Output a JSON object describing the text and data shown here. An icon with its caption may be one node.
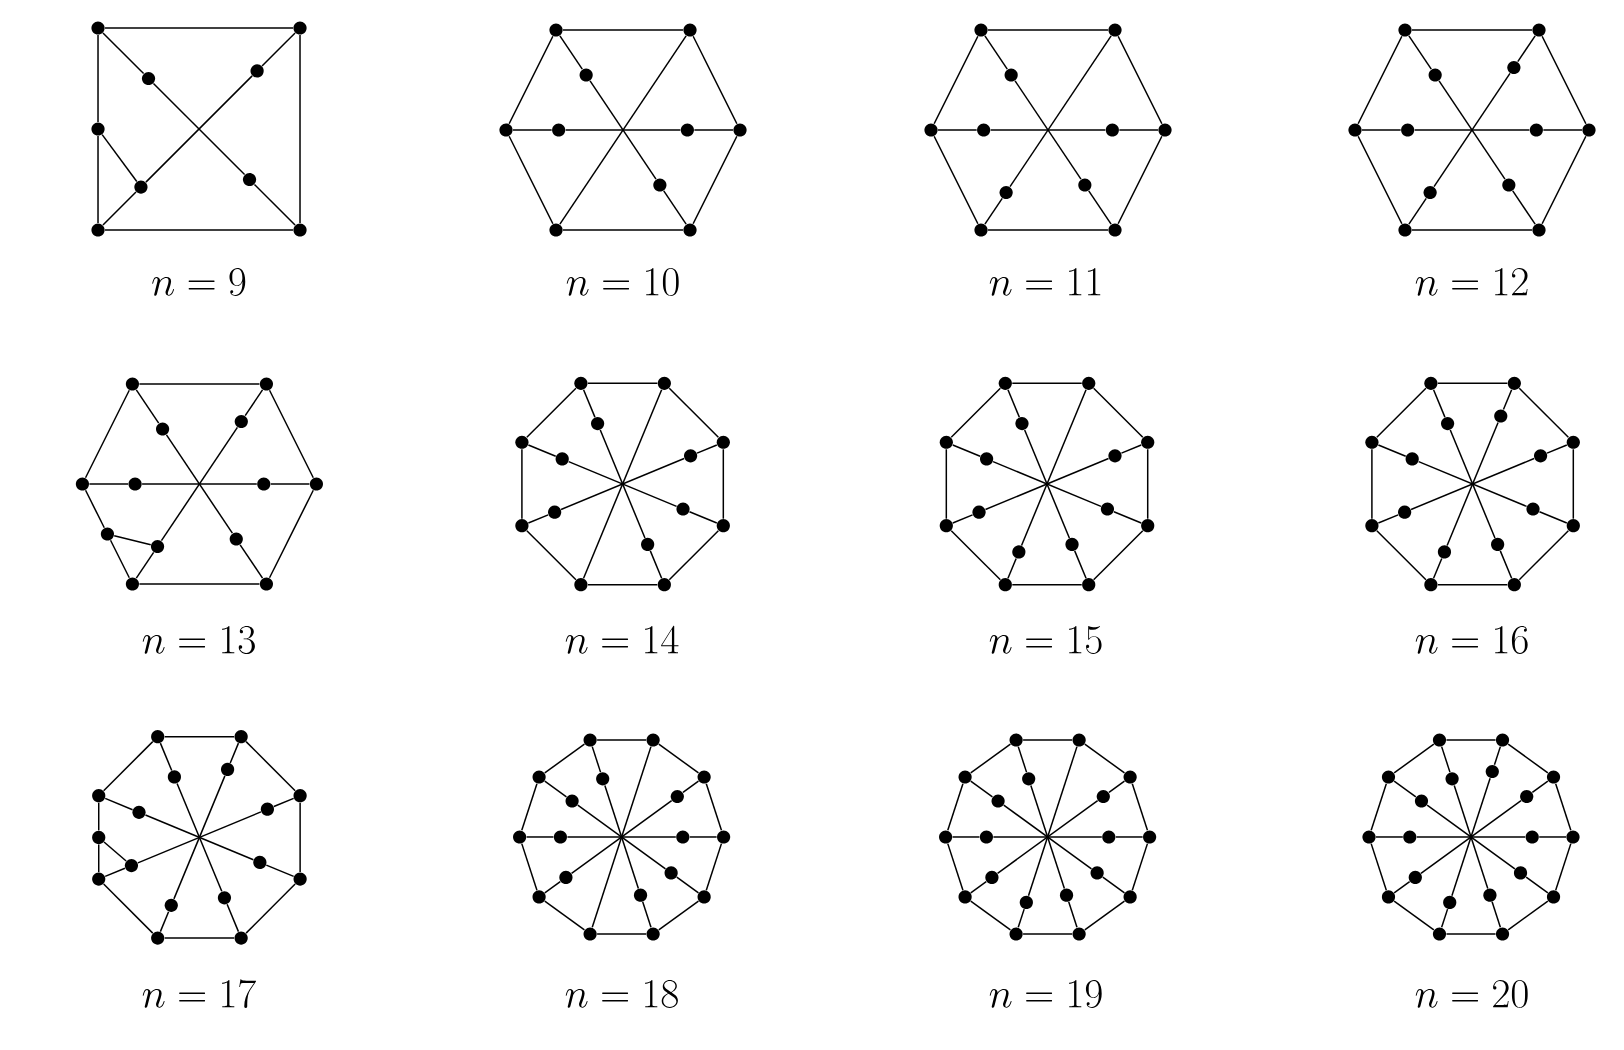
{
  "diagram": {
    "nodes": [
      {
        "text": [],
        "shape": "circle"
      },
      {
        "text": [],
        "shape": "circle"
      },
      {
        "text": [],
        "shape": "circle"
      },
      {
        "text": [],
        "shape": "circle"
      },
      {
        "text": [],
        "shape": "circle"
      },
      {
        "text": [],
        "shape": "circle"
      },
      {
        "text": [],
        "shape": "circle"
      },
      {
        "text": [],
        "shape": "circle"
      },
      {
        "text": [],
        "shape": "circle"
      },
      {
        "text": [],
        "shape": "circle"
      },
      {
        "text": [],
        "shape": "circle"
      },
      {
        "text": [],
        "shape": "circle"
      },
      {
        "text": [],
        "shape": "circle"
      },
      {
        "text": [],
        "shape": "circle"
      },
      {
        "text": [],
        "shape": "circle"
      },
      {
        "text": [],
        "shape": "circle"
      },
      {
        "text": [],
        "shape": "circle"
      },
      {
        "text": [],
        "shape": "circle"
      },
      {
        "text": [],
        "shape": "circle"
      },
      {
        "text": [],
        "shape": "circle"
      },
      {
        "text": [],
        "shape": "circle"
      },
      {
        "text": [],
        "shape": "circle"
      },
      {
        "text": [],
        "shape": "circle"
      },
      {
        "text": [],
        "shape": "circle"
      },
      {
        "text": [],
        "shape": "circle"
      },
      {
        "text": [],
        "shape": "circle"
      },
      {
        "text": [],
        "shape": "circle"
      },
      {
        "text": [],
        "shape": "circle"
      },
      {
        "text": [],
        "shape": "circle"
      },
      {
        "text": [],
        "shape": "circle"
      },
      {
        "text": [],
        "shape": "circle"
      },
      {
        "text": [],
        "shape": "circle"
      },
      {
        "text": [],
        "shape": "circle"
      },
      {
        "text": [],
        "shape": "circle"
      },
      {
        "text": [],
        "shape": "circle"
      },
      {
        "text": [],
        "shape": "circle"
      },
      {
        "text": [],
        "shape": "circle"
      },
      {
        "text": [],
        "shape": "circle"
      },
      {
        "text": [],
        "shape": "circle"
      },
      {
        "text": [],
        "shape": "circle"
      },
      {
        "text": [],
        "shape": "circle"
      },
      {
        "text": [],
        "shape": "circle"
      },
      {
        "text": [],
        "shape": "circle"
      },
      {
        "text": [],
        "shape": "circle"
      },
      {
        "text": [],
        "shape": "circle"
      },
      {
        "text": [],
        "shape": "circle"
      },
      {
        "text": [],
        "shape": "circle"
      },
      {
        "text": [],
        "shape": "circle"
      },
      {
        "text": [],
        "shape": "circle"
      },
      {
        "text": [],
        "shape": "circle"
      },
      {
        "text": [],
        "shape": "circle"
      },
      {
        "text": [],
        "shape": "circle"
      },
      {
        "text": [],
        "shape": "circle"
      },
      {
        "text": [],
        "shape": "circle"
      },
      {
        "text": [],
        "shape": "circle"
      },
      {
        "text": [],
        "shape": "circle"
      },
      {
        "text": [],
        "shape": "circle"
      },
      {
        "text": [],
        "shape": "circle"
      },
      {
        "text": [],
        "shape": "circle"
      },
      {
        "text": [],
        "shape": "circle"
      },
      {
        "text": [],
        "shape": "circle"
      },
      {
        "text": [],
        "shape": "circle"
      },
      {
        "text": [],
        "shape": "circle"
      },
      {
        "text": [],
        "shape": "circle"
      },
      {
        "text": [],
        "shape": "circle"
      },
      {
        "text": [],
        "shape": "circle"
      },
      {
        "text": [],
        "shape": "circle"
      },
      {
        "text": [],
        "shape": "circle"
      },
      {
        "text": [],
        "shape": "circle"
      },
      {
        "text": [],
        "shape": "circle"
      },
      {
        "text": [],
        "shape": "circle"
      },
      {
        "text": [],
        "shape": "circle"
      },
      {
        "text": [],
        "shape": "circle"
      },
      {
        "text": [],
        "shape": "circle"
      },
      {
        "text": [],
        "shape": "circle"
      },
      {
        "text": [],
        "shape": "circle"
      },
      {
        "text": [],
        "shape": "circle"
      },
      {
        "text": [],
        "shape": "circle"
      },
      {
        "text": [],
        "shape": "circle"
      },
      {
        "text": [],
        "shape": "circle"
      },
      {
        "text": [],
        "shape": "circle"
      },
      {
        "text": [],
        "shape": "circle"
      },
      {
        "text": [],
        "shape": "circle"
      },
      {
        "text": [],
        "shape": "circle"
      },
      {
        "text": [],
        "shape": "circle"
      },
      {
        "text": [],
        "shape": "circle"
      },
      {
        "text": [],
        "shape": "circle"
      },
      {
        "text": [],
        "shape": "circle"
      },
      {
        "text": [],
        "shape": "circle"
      },
      {
        "text": [],
        "shape": "circle"
      },
      {
        "text": [],
        "shape": "circle"
      },
      {
        "text": [],
        "shape": "circle"
      },
      {
        "text": [],
        "shape": "circle"
      },
      {
        "text": [],
        "shape": "circle"
      },
      {
        "text": [],
        "shape": "circle"
      },
      {
        "text": [],
        "shape": "circle"
      },
      {
        "text": [],
        "shape": "circle"
      },
      {
        "text": [],
        "shape": "circle"
      },
      {
        "text": [],
        "shape": "circle"
      },
      {
        "text": [],
        "shape": "circle"
      },
      {
        "text": [],
        "shape": "circle"
      },
      {
        "text": [],
        "shape": "circle"
      },
      {
        "text": [],
        "shape": "circle"
      },
      {
        "text": [],
        "shape": "circle"
      },
      {
        "text": [],
        "shape": "circle"
      },
      {
        "text": [],
        "shape": "circle"
      },
      {
        "text": [],
        "shape": "circle"
      },
      {
        "text": [],
        "shape": "circle"
      },
      {
        "text": [],
        "shape": "circle"
      },
      {
        "text": [],
        "shape": "circle"
      },
      {
        "text": [],
        "shape": "circle"
      },
      {
        "text": [],
        "shape": "circle"
      },
      {
        "text": [],
        "shape": "circle"
      },
      {
        "text": [],
        "shape": "circle"
      },
      {
        "text": [],
        "shape": "circle"
      },
      {
        "text": [],
        "shape": "circle"
      },
      {
        "text": [],
        "shape": "circle"
      },
      {
        "text": [],
        "shape": "circle"
      },
      {
        "text": [],
        "shape": "circle"
      },
      {
        "text": [],
        "shape": "circle"
      },
      {
        "text": [],
        "shape": "circle"
      },
      {
        "text": [],
        "shape": "circle"
      },
      {
        "text": [],
        "shape": "circle"
      },
      {
        "text": [],
        "shape": "circle"
      },
      {
        "text": [],
        "shape": "circle"
      },
      {
        "text": [],
        "shape": "circle"
      },
      {
        "text": [],
        "shape": "circle"
      },
      {
        "text": [],
        "shape": "circle"
      },
      {
        "text": [],
        "shape": "circle"
      },
      {
        "text": [],
        "shape": "circle"
      },
      {
        "text": [],
        "shape": "circle"
      },
      {
        "text": [],
        "shape": "circle"
      },
      {
        "text": [],
        "shape": "circle"
      },
      {
        "text": [],
        "shape": "circle"
      },
      {
        "text": [],
        "shape": "circle"
      },
      {
        "text": [],
        "shape": "circle"
      },
      {
        "text": [],
        "shape": "circle"
      },
      {
        "text": [],
        "shape": "circle"
      },
      {
        "text": [],
        "shape": "circle"
      },
      {
        "text": [],
        "shape": "circle"
      },
      {
        "text": [],
        "shape": "circle"
      },
      {
        "text": [],
        "shape": "circle"
      },
      {
        "text": [],
        "shape": "circle"
      },
      {
        "text": [],
        "shape": "circle"
      },
      {
        "text": [],
        "shape": "circle"
      },
      {
        "text": [],
        "shape": "circle"
      },
      {
        "text": [],
        "shape": "circle"
      },
      {
        "text": [],
        "shape": "circle"
      },
      {
        "text": [],
        "shape": "circle"
      },
      {
        "text": [],
        "shape": "circle"
      },
      {
        "text": [],
        "shape": "circle"
      },
      {
        "text": [],
        "shape": "circle"
      },
      {
        "text": [],
        "shape": "circle"
      },
      {
        "text": [],
        "shape": "circle"
      },
      {
        "text": [],
        "shape": "circle"
      },
      {
        "text": [],
        "shape": "circle"
      },
      {
        "text": [],
        "shape": "circle"
      },
      {
        "text": [],
        "shape": "circle"
      },
      {
        "text": [],
        "shape": "circle"
      },
      {
        "text": [],
        "shape": "circle"
      },
      {
        "text": [],
        "shape": "circle"
      },
      {
        "text": [],
        "shape": "circle"
      },
      {
        "text": [],
        "shape": "circle"
      },
      {
        "text": [],
        "shape": "circle"
      },
      {
        "text": [],
        "shape": "circle"
      },
      {
        "text": [],
        "shape": "circle"
      },
      {
        "text": [],
        "shape": "circle"
      },
      {
        "text": [],
        "shape": "circle"
      },
      {
        "text": [],
        "shape": "circle"
      },
      {
        "text": [],
        "shape": "circle"
      },
      {
        "text": [],
        "shape": "circle"
      },
      {
        "text": [],
        "shape": "circle"
      },
      {
        "text": [],
        "shape": "circle"
      },
      {
        "text": [],
        "shape": "circle"
      }
    ],
    "edges": [
      {
        "from": 0,
        "to": 1,
        "arrow": "none"
      },
      {
        "from": 0,
        "to": 4,
        "arrow": "none"
      },
      {
        "from": 4,
        "to": 7,
        "arrow": "none"
      },
      {
        "from": 7,
        "to": 8,
        "arrow": "none"
      },
      {
        "from": 1,
        "to": 8,
        "arrow": "none"
      },
      {
        "from": 0,
        "to": 2,
        "arrow": "none"
      },
      {
        "from": 2,
        "to": 6,
        "arrow": "none"
      },
      {
        "from": 6,
        "to": 8,
        "arrow": "none"
      },
      {
        "from": 1,
        "to": 3,
        "arrow": "none"
      },
      {
        "from": 3,
        "to": 5,
        "arrow": "none"
      },
      {
        "from": 5,
        "to": 7,
        "arrow": "none"
      },
      {
        "from": 4,
        "to": 5,
        "arrow": "none"
      },
      {
        "from": 9,
        "to": 10,
        "arrow": "none"
      },
      {
        "from": 10,
        "to": 15,
        "arrow": "none"
      },
      {
        "from": 15,
        "to": 18,
        "arrow": "none"
      },
      {
        "from": 18,
        "to": 17,
        "arrow": "none"
      },
      {
        "from": 17,
        "to": 12,
        "arrow": "none"
      },
      {
        "from": 12,
        "to": 9,
        "arrow": "none"
      },
      {
        "from": 9,
        "to": 11,
        "arrow": "none"
      },
      {
        "from": 11,
        "to": 16,
        "arrow": "none"
      },
      {
        "from": 16,
        "to": 18,
        "arrow": "none"
      },
      {
        "from": 12,
        "to": 13,
        "arrow": "none"
      },
      {
        "from": 13,
        "to": 14,
        "arrow": "none"
      },
      {
        "from": 14,
        "to": 15,
        "arrow": "none"
      },
      {
        "from": 10,
        "to": 17,
        "arrow": "none"
      },
      {
        "from": 19,
        "to": 20,
        "arrow": "none"
      },
      {
        "from": 20,
        "to": 25,
        "arrow": "none"
      },
      {
        "from": 25,
        "to": 29,
        "arrow": "none"
      },
      {
        "from": 29,
        "to": 28,
        "arrow": "none"
      },
      {
        "from": 28,
        "to": 22,
        "arrow": "none"
      },
      {
        "from": 22,
        "to": 19,
        "arrow": "none"
      },
      {
        "from": 19,
        "to": 21,
        "arrow": "none"
      },
      {
        "from": 21,
        "to": 27,
        "arrow": "none"
      },
      {
        "from": 27,
        "to": 29,
        "arrow": "none"
      },
      {
        "from": 22,
        "to": 23,
        "arrow": "none"
      },
      {
        "from": 23,
        "to": 24,
        "arrow": "none"
      },
      {
        "from": 24,
        "to": 25,
        "arrow": "none"
      },
      {
        "from": 20,
        "to": 26,
        "arrow": "none"
      },
      {
        "from": 26,
        "to": 28,
        "arrow": "none"
      },
      {
        "from": 30,
        "to": 31,
        "arrow": "none"
      },
      {
        "from": 31,
        "to": 37,
        "arrow": "none"
      },
      {
        "from": 37,
        "to": 41,
        "arrow": "none"
      },
      {
        "from": 41,
        "to": 40,
        "arrow": "none"
      },
      {
        "from": 40,
        "to": 34,
        "arrow": "none"
      },
      {
        "from": 34,
        "to": 30,
        "arrow": "none"
      },
      {
        "from": 30,
        "to": 32,
        "arrow": "none"
      },
      {
        "from": 32,
        "to": 39,
        "arrow": "none"
      },
      {
        "from": 39,
        "to": 41,
        "arrow": "none"
      },
      {
        "from": 31,
        "to": 33,
        "arrow": "none"
      },
      {
        "from": 33,
        "to": 38,
        "arrow": "none"
      },
      {
        "from": 38,
        "to": 40,
        "arrow": "none"
      },
      {
        "from": 34,
        "to": 35,
        "arrow": "none"
      },
      {
        "from": 35,
        "to": 36,
        "arrow": "none"
      },
      {
        "from": 36,
        "to": 37,
        "arrow": "none"
      },
      {
        "from": 42,
        "to": 43,
        "arrow": "none"
      },
      {
        "from": 43,
        "to": 49,
        "arrow": "none"
      },
      {
        "from": 49,
        "to": 54,
        "arrow": "none"
      },
      {
        "from": 54,
        "to": 53,
        "arrow": "none"
      },
      {
        "from": 53,
        "to": 50,
        "arrow": "none"
      },
      {
        "from": 50,
        "to": 46,
        "arrow": "none"
      },
      {
        "from": 46,
        "to": 42,
        "arrow": "none"
      },
      {
        "from": 42,
        "to": 44,
        "arrow": "none"
      },
      {
        "from": 44,
        "to": 52,
        "arrow": "none"
      },
      {
        "from": 52,
        "to": 54,
        "arrow": "none"
      },
      {
        "from": 43,
        "to": 45,
        "arrow": "none"
      },
      {
        "from": 45,
        "to": 51,
        "arrow": "none"
      },
      {
        "from": 51,
        "to": 53,
        "arrow": "none"
      },
      {
        "from": 46,
        "to": 47,
        "arrow": "none"
      },
      {
        "from": 47,
        "to": 48,
        "arrow": "none"
      },
      {
        "from": 48,
        "to": 49,
        "arrow": "none"
      },
      {
        "from": 50,
        "to": 51,
        "arrow": "none"
      },
      {
        "from": 55,
        "to": 56,
        "arrow": "none"
      },
      {
        "from": 56,
        "to": 59,
        "arrow": "none"
      },
      {
        "from": 59,
        "to": 65,
        "arrow": "none"
      },
      {
        "from": 65,
        "to": 68,
        "arrow": "none"
      },
      {
        "from": 68,
        "to": 67,
        "arrow": "none"
      },
      {
        "from": 67,
        "to": 64,
        "arrow": "none"
      },
      {
        "from": 64,
        "to": 58,
        "arrow": "none"
      },
      {
        "from": 58,
        "to": 55,
        "arrow": "none"
      },
      {
        "from": 55,
        "to": 57,
        "arrow": "none"
      },
      {
        "from": 57,
        "to": 66,
        "arrow": "none"
      },
      {
        "from": 66,
        "to": 68,
        "arrow": "none"
      },
      {
        "from": 56,
        "to": 67,
        "arrow": "none"
      },
      {
        "from": 58,
        "to": 60,
        "arrow": "none"
      },
      {
        "from": 60,
        "to": 63,
        "arrow": "none"
      },
      {
        "from": 63,
        "to": 65,
        "arrow": "none"
      },
      {
        "from": 59,
        "to": 61,
        "arrow": "none"
      },
      {
        "from": 61,
        "to": 62,
        "arrow": "none"
      },
      {
        "from": 62,
        "to": 64,
        "arrow": "none"
      },
      {
        "from": 69,
        "to": 70,
        "arrow": "none"
      },
      {
        "from": 70,
        "to": 73,
        "arrow": "none"
      },
      {
        "from": 73,
        "to": 79,
        "arrow": "none"
      },
      {
        "from": 79,
        "to": 83,
        "arrow": "none"
      },
      {
        "from": 83,
        "to": 82,
        "arrow": "none"
      },
      {
        "from": 82,
        "to": 78,
        "arrow": "none"
      },
      {
        "from": 78,
        "to": 72,
        "arrow": "none"
      },
      {
        "from": 72,
        "to": 69,
        "arrow": "none"
      },
      {
        "from": 69,
        "to": 71,
        "arrow": "none"
      },
      {
        "from": 71,
        "to": 81,
        "arrow": "none"
      },
      {
        "from": 81,
        "to": 83,
        "arrow": "none"
      },
      {
        "from": 70,
        "to": 80,
        "arrow": "none"
      },
      {
        "from": 80,
        "to": 82,
        "arrow": "none"
      },
      {
        "from": 72,
        "to": 74,
        "arrow": "none"
      },
      {
        "from": 74,
        "to": 77,
        "arrow": "none"
      },
      {
        "from": 77,
        "to": 79,
        "arrow": "none"
      },
      {
        "from": 73,
        "to": 75,
        "arrow": "none"
      },
      {
        "from": 75,
        "to": 76,
        "arrow": "none"
      },
      {
        "from": 76,
        "to": 78,
        "arrow": "none"
      },
      {
        "from": 84,
        "to": 85,
        "arrow": "none"
      },
      {
        "from": 85,
        "to": 89,
        "arrow": "none"
      },
      {
        "from": 89,
        "to": 95,
        "arrow": "none"
      },
      {
        "from": 95,
        "to": 99,
        "arrow": "none"
      },
      {
        "from": 99,
        "to": 98,
        "arrow": "none"
      },
      {
        "from": 98,
        "to": 94,
        "arrow": "none"
      },
      {
        "from": 94,
        "to": 88,
        "arrow": "none"
      },
      {
        "from": 88,
        "to": 84,
        "arrow": "none"
      },
      {
        "from": 84,
        "to": 86,
        "arrow": "none"
      },
      {
        "from": 86,
        "to": 97,
        "arrow": "none"
      },
      {
        "from": 97,
        "to": 99,
        "arrow": "none"
      },
      {
        "from": 85,
        "to": 87,
        "arrow": "none"
      },
      {
        "from": 87,
        "to": 96,
        "arrow": "none"
      },
      {
        "from": 96,
        "to": 98,
        "arrow": "none"
      },
      {
        "from": 88,
        "to": 90,
        "arrow": "none"
      },
      {
        "from": 90,
        "to": 93,
        "arrow": "none"
      },
      {
        "from": 93,
        "to": 95,
        "arrow": "none"
      },
      {
        "from": 89,
        "to": 91,
        "arrow": "none"
      },
      {
        "from": 91,
        "to": 92,
        "arrow": "none"
      },
      {
        "from": 92,
        "to": 94,
        "arrow": "none"
      },
      {
        "from": 100,
        "to": 101,
        "arrow": "none"
      },
      {
        "from": 101,
        "to": 105,
        "arrow": "none"
      },
      {
        "from": 105,
        "to": 112,
        "arrow": "none"
      },
      {
        "from": 112,
        "to": 116,
        "arrow": "none"
      },
      {
        "from": 116,
        "to": 115,
        "arrow": "none"
      },
      {
        "from": 115,
        "to": 111,
        "arrow": "none"
      },
      {
        "from": 111,
        "to": 108,
        "arrow": "none"
      },
      {
        "from": 108,
        "to": 104,
        "arrow": "none"
      },
      {
        "from": 104,
        "to": 100,
        "arrow": "none"
      },
      {
        "from": 100,
        "to": 102,
        "arrow": "none"
      },
      {
        "from": 102,
        "to": 114,
        "arrow": "none"
      },
      {
        "from": 114,
        "to": 116,
        "arrow": "none"
      },
      {
        "from": 101,
        "to": 103,
        "arrow": "none"
      },
      {
        "from": 103,
        "to": 113,
        "arrow": "none"
      },
      {
        "from": 113,
        "to": 115,
        "arrow": "none"
      },
      {
        "from": 104,
        "to": 106,
        "arrow": "none"
      },
      {
        "from": 106,
        "to": 110,
        "arrow": "none"
      },
      {
        "from": 110,
        "to": 112,
        "arrow": "none"
      },
      {
        "from": 105,
        "to": 107,
        "arrow": "none"
      },
      {
        "from": 107,
        "to": 109,
        "arrow": "none"
      },
      {
        "from": 109,
        "to": 111,
        "arrow": "none"
      },
      {
        "from": 108,
        "to": 109,
        "arrow": "none"
      },
      {
        "from": 117,
        "to": 118,
        "arrow": "none"
      },
      {
        "from": 118,
        "to": 121,
        "arrow": "none"
      },
      {
        "from": 121,
        "to": 127,
        "arrow": "none"
      },
      {
        "from": 127,
        "to": 132,
        "arrow": "none"
      },
      {
        "from": 132,
        "to": 134,
        "arrow": "none"
      },
      {
        "from": 134,
        "to": 133,
        "arrow": "none"
      },
      {
        "from": 133,
        "to": 130,
        "arrow": "none"
      },
      {
        "from": 130,
        "to": 124,
        "arrow": "none"
      },
      {
        "from": 124,
        "to": 119,
        "arrow": "none"
      },
      {
        "from": 119,
        "to": 117,
        "arrow": "none"
      },
      {
        "from": 117,
        "to": 120,
        "arrow": "none"
      },
      {
        "from": 120,
        "to": 131,
        "arrow": "none"
      },
      {
        "from": 131,
        "to": 134,
        "arrow": "none"
      },
      {
        "from": 118,
        "to": 133,
        "arrow": "none"
      },
      {
        "from": 119,
        "to": 122,
        "arrow": "none"
      },
      {
        "from": 122,
        "to": 129,
        "arrow": "none"
      },
      {
        "from": 129,
        "to": 132,
        "arrow": "none"
      },
      {
        "from": 124,
        "to": 125,
        "arrow": "none"
      },
      {
        "from": 125,
        "to": 126,
        "arrow": "none"
      },
      {
        "from": 126,
        "to": 127,
        "arrow": "none"
      },
      {
        "from": 121,
        "to": 123,
        "arrow": "none"
      },
      {
        "from": 123,
        "to": 128,
        "arrow": "none"
      },
      {
        "from": 128,
        "to": 130,
        "arrow": "none"
      },
      {
        "from": 135,
        "to": 136,
        "arrow": "none"
      },
      {
        "from": 136,
        "to": 139,
        "arrow": "none"
      },
      {
        "from": 139,
        "to": 145,
        "arrow": "none"
      },
      {
        "from": 145,
        "to": 151,
        "arrow": "none"
      },
      {
        "from": 151,
        "to": 153,
        "arrow": "none"
      },
      {
        "from": 153,
        "to": 152,
        "arrow": "none"
      },
      {
        "from": 152,
        "to": 148,
        "arrow": "none"
      },
      {
        "from": 148,
        "to": 142,
        "arrow": "none"
      },
      {
        "from": 142,
        "to": 137,
        "arrow": "none"
      },
      {
        "from": 137,
        "to": 135,
        "arrow": "none"
      },
      {
        "from": 135,
        "to": 138,
        "arrow": "none"
      },
      {
        "from": 138,
        "to": 150,
        "arrow": "none"
      },
      {
        "from": 150,
        "to": 153,
        "arrow": "none"
      },
      {
        "from": 136,
        "to": 149,
        "arrow": "none"
      },
      {
        "from": 149,
        "to": 152,
        "arrow": "none"
      },
      {
        "from": 137,
        "to": 140,
        "arrow": "none"
      },
      {
        "from": 140,
        "to": 147,
        "arrow": "none"
      },
      {
        "from": 147,
        "to": 151,
        "arrow": "none"
      },
      {
        "from": 142,
        "to": 143,
        "arrow": "none"
      },
      {
        "from": 143,
        "to": 144,
        "arrow": "none"
      },
      {
        "from": 144,
        "to": 145,
        "arrow": "none"
      },
      {
        "from": 139,
        "to": 141,
        "arrow": "none"
      },
      {
        "from": 141,
        "to": 146,
        "arrow": "none"
      },
      {
        "from": 146,
        "to": 148,
        "arrow": "none"
      },
      {
        "from": 154,
        "to": 155,
        "arrow": "none"
      },
      {
        "from": 155,
        "to": 159,
        "arrow": "none"
      },
      {
        "from": 159,
        "to": 165,
        "arrow": "none"
      },
      {
        "from": 165,
        "to": 171,
        "arrow": "none"
      },
      {
        "from": 171,
        "to": 173,
        "arrow": "none"
      },
      {
        "from": 173,
        "to": 172,
        "arrow": "none"
      },
      {
        "from": 172,
        "to": 168,
        "arrow": "none"
      },
      {
        "from": 168,
        "to": 162,
        "arrow": "none"
      },
      {
        "from": 162,
        "to": 156,
        "arrow": "none"
      },
      {
        "from": 156,
        "to": 154,
        "arrow": "none"
      },
      {
        "from": 154,
        "to": 157,
        "arrow": "none"
      },
      {
        "from": 157,
        "to": 170,
        "arrow": "none"
      },
      {
        "from": 170,
        "to": 173,
        "arrow": "none"
      },
      {
        "from": 155,
        "to": 158,
        "arrow": "none"
      },
      {
        "from": 158,
        "to": 169,
        "arrow": "none"
      },
      {
        "from": 169,
        "to": 172,
        "arrow": "none"
      },
      {
        "from": 156,
        "to": 160,
        "arrow": "none"
      },
      {
        "from": 160,
        "to": 167,
        "arrow": "none"
      },
      {
        "from": 167,
        "to": 171,
        "arrow": "none"
      },
      {
        "from": 162,
        "to": 163,
        "arrow": "none"
      },
      {
        "from": 163,
        "to": 164,
        "arrow": "none"
      },
      {
        "from": 164,
        "to": 165,
        "arrow": "none"
      },
      {
        "from": 159,
        "to": 161,
        "arrow": "none"
      },
      {
        "from": 161,
        "to": 166,
        "arrow": "none"
      },
      {
        "from": 166,
        "to": 168,
        "arrow": "none"
      }
    ],
    "labels": [
      "n = 9",
      "n = 10",
      "n = 11",
      "n = 12",
      "n = 13",
      "n = 14",
      "n = 15",
      "n = 16",
      "n = 17",
      "n = 18",
      "n = 19",
      "n = 20"
    ]
  }
}
